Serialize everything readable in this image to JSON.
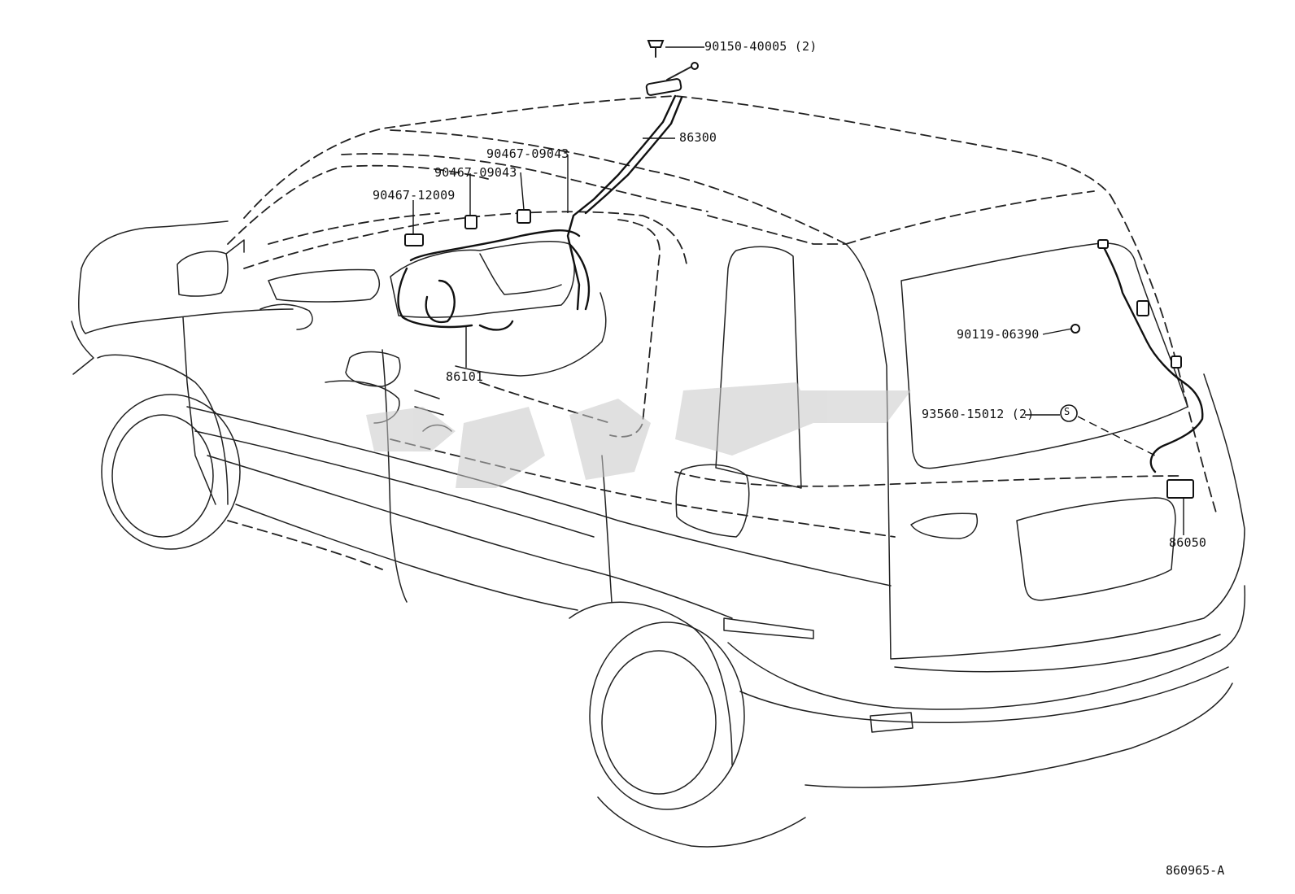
{
  "diagram": {
    "figure_id": "860965-A",
    "callouts": [
      {
        "id": "c1",
        "label": "90150-40005 (2)"
      },
      {
        "id": "c2",
        "label": "86300"
      },
      {
        "id": "c3",
        "label": "90467-09043"
      },
      {
        "id": "c4",
        "label": "90467-09043"
      },
      {
        "id": "c5",
        "label": "90467-12009"
      },
      {
        "id": "c6",
        "label": "86101"
      },
      {
        "id": "c7",
        "label": "90119-06390"
      },
      {
        "id": "c8",
        "label": "93560-15012 (2)"
      },
      {
        "id": "c9",
        "label": "86050"
      }
    ],
    "screw_symbol": "S"
  }
}
